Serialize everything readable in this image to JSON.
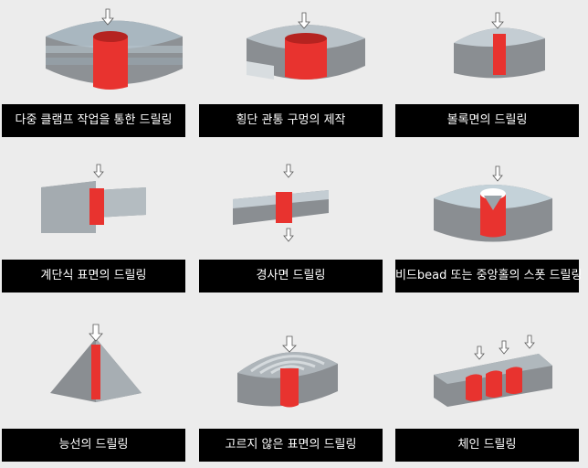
{
  "captions": {
    "c1": "다중 클램프 작업을 통한 드릴링",
    "c2": "횡단 관통 구멍의 제작",
    "c3": "볼록면의 드릴링",
    "c4": "계단식 표면의 드릴링",
    "c5": "경사면 드릴링",
    "c6": "비드bead 또는 중앙홀의 스폿 드릴링",
    "c7": "능선의 드릴링",
    "c8": "고르지 않은 표면의 드릴링",
    "c9": "체인 드릴링"
  },
  "colors": {
    "background": "#ececec",
    "caption_bg": "#000000",
    "caption_text": "#ffffff",
    "drill_red": "#e8332f",
    "body_gray": "#8a8e92",
    "top_light": "#c8d3da"
  }
}
